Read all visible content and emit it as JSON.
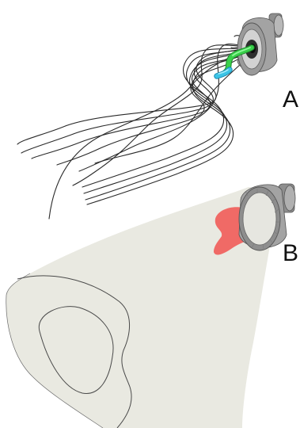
{
  "panels": {
    "a": {
      "label": "A"
    },
    "b": {
      "label": "B"
    }
  },
  "colors": {
    "background": "#ffffff",
    "fiber_lines": "#2a2a2a",
    "device_gray": "#9c9c9c",
    "device_dark": "#5a5a5a",
    "electrode_green": "#39d04a",
    "electrode_cyan": "#3cc4e6",
    "tissue_fill": "#e9e9e1",
    "outline": "#555555",
    "activation_red": "#f06a66"
  },
  "icons": {
    "device": "cylindrical-stimulator-device",
    "lead": "electrode-lead",
    "volume": "activation-volume"
  }
}
